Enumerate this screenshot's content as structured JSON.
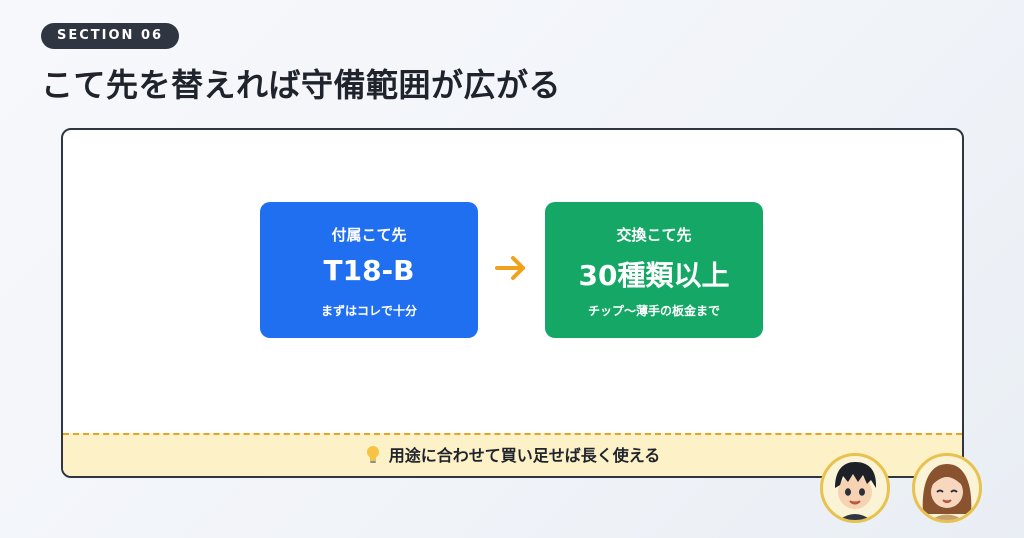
{
  "section_badge": "SECTION 06",
  "title": "こて先を替えれば守備範囲が広がる",
  "cards": [
    {
      "label": "付属こて先",
      "value": "T18-B",
      "note": "まずはコレで十分",
      "color": "#1f6ff0"
    },
    {
      "label": "交換こて先",
      "value": "30種類以上",
      "note": "チップ〜薄手の板金まで",
      "color": "#15a765"
    }
  ],
  "arrow_icon": "arrow-right-icon",
  "arrow_color": "#f0a21a",
  "footer": {
    "icon": "lightbulb-icon",
    "text": "用途に合わせて買い足せば長く使える"
  },
  "avatars": [
    "boy-avatar",
    "girl-avatar"
  ]
}
